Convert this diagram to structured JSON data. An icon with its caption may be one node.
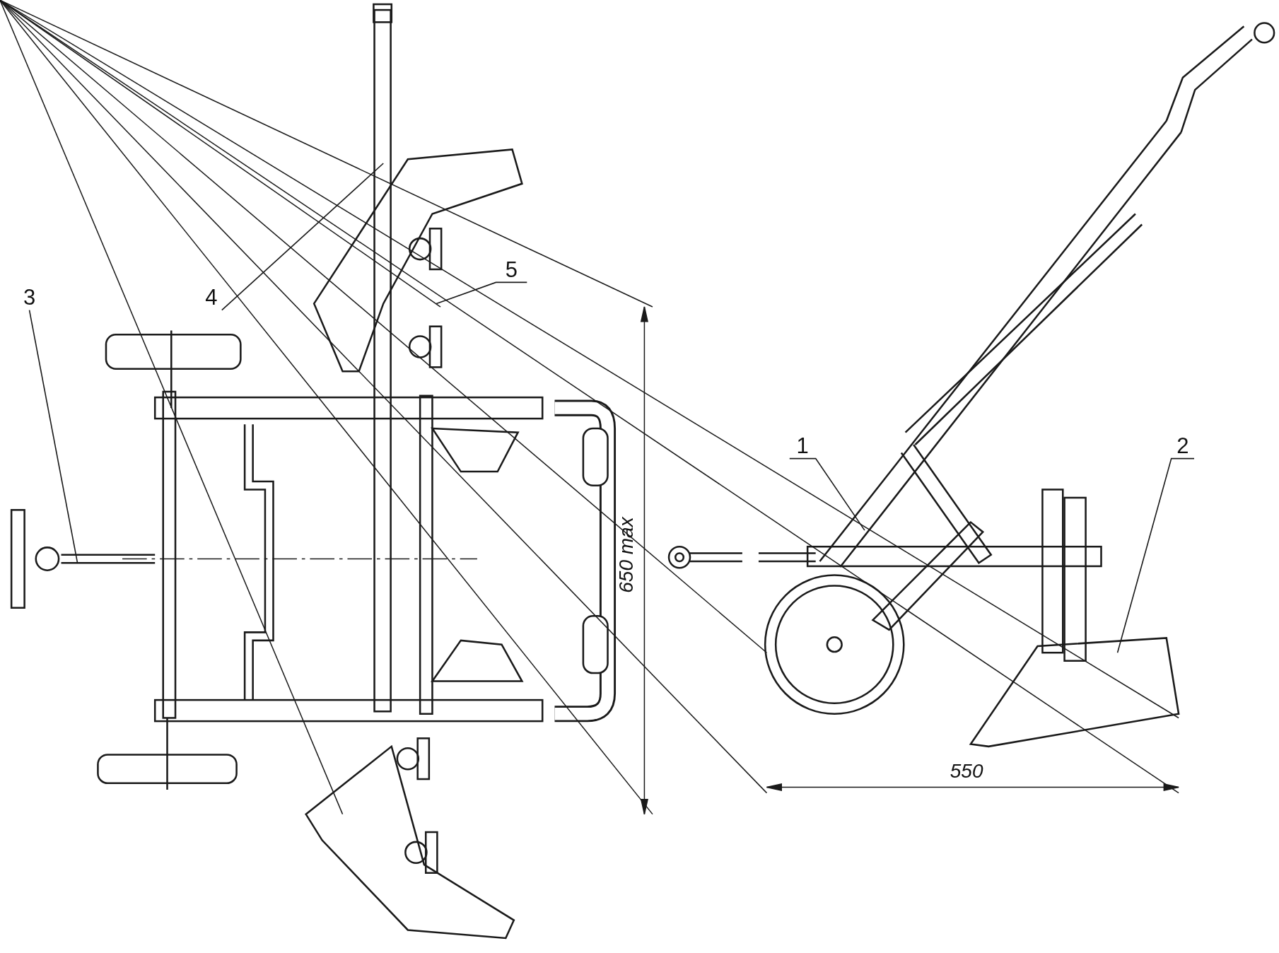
{
  "diagram": {
    "nodes": [
      {
        "text": [
          "1"
        ]
      },
      {
        "text": [
          "2"
        ]
      },
      {
        "text": [
          "3"
        ]
      },
      {
        "text": [
          "4"
        ]
      },
      {
        "text": [
          "5"
        ]
      }
    ],
    "edges": [
      {
        "from": 0,
        "to": null,
        "arrow": "none"
      },
      {
        "from": 1,
        "to": null,
        "arrow": "none"
      },
      {
        "from": 2,
        "to": null,
        "arrow": "none"
      },
      {
        "from": 3,
        "to": null,
        "arrow": "none"
      },
      {
        "from": 4,
        "to": null,
        "arrow": "none"
      }
    ],
    "labels": [
      "650 max",
      "550"
    ]
  }
}
